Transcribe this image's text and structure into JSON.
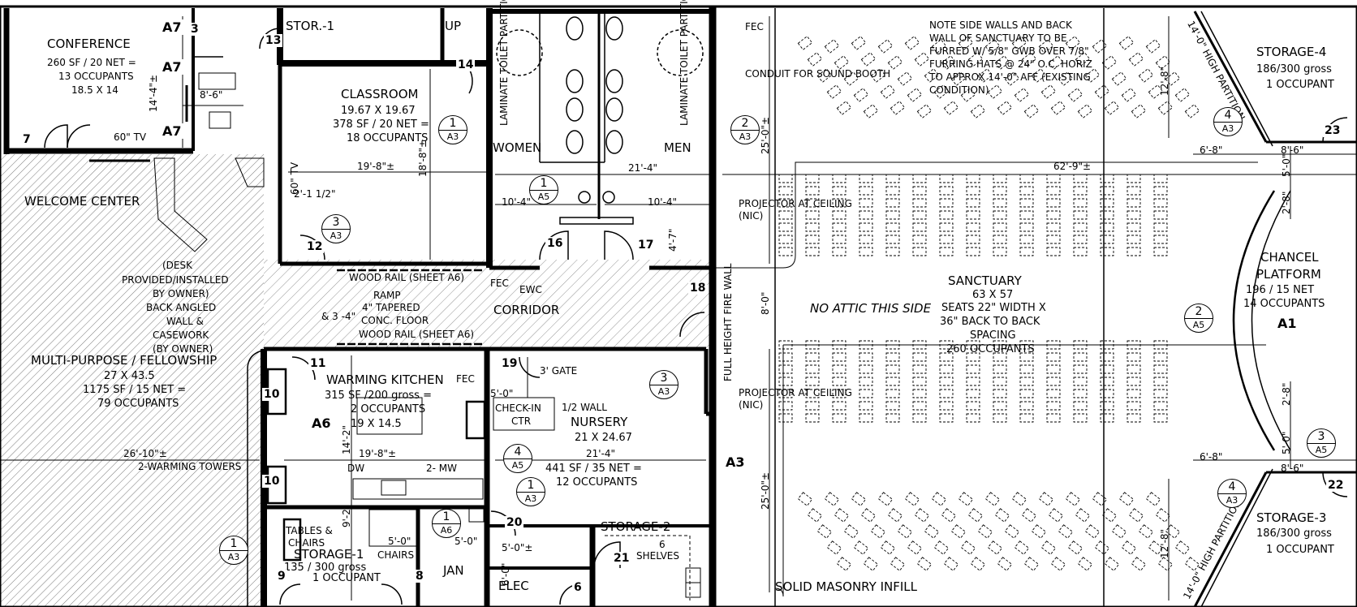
{
  "rooms": {
    "conference": {
      "name": "CONFERENCE",
      "l1": "260 SF / 20 NET =",
      "l2": "13 OCCUPANTS",
      "l3": "18.5 X 14"
    },
    "stor1": {
      "name": "STOR.-1"
    },
    "up": {
      "name": "UP"
    },
    "classroom": {
      "name": "CLASSROOM",
      "l1": "19.67 X 19.67",
      "l2": "378 SF / 20 NET =",
      "l3": "18 OCCUPANTS"
    },
    "women": {
      "name": "WOMEN"
    },
    "men": {
      "name": "MEN"
    },
    "welcome": {
      "name": "WELCOME CENTER"
    },
    "desk": {
      "l1": "(DESK",
      "l2": "PROVIDED/INSTALLED",
      "l3": "BY OWNER)",
      "l4": "BACK ANGLED",
      "l5": "WALL &",
      "l6": "CASEWORK",
      "l7": "(BY OWNER)"
    },
    "multipurpose": {
      "name": "MULTI-PURPOSE / FELLOWSHIP",
      "l1": "27 X 43.5",
      "l2": "1175 SF / 15 NET =",
      "l3": "79 OCCUPANTS"
    },
    "warming": {
      "name": "WARMING KITCHEN",
      "l1": "315 SF /200 gross =",
      "l2": "2 OCCUPANTS",
      "l3": "19 X 14.5"
    },
    "nursery": {
      "name": "NURSERY",
      "l1": "21 X 24.67",
      "l2": "441 SF / 35 NET =",
      "l3": "12 OCCUPANTS"
    },
    "storage1": {
      "name": "STORAGE-1",
      "l1": "135 / 300 gross",
      "l2": "1 OCCUPANT"
    },
    "storage2": {
      "name": "STORAGE-2",
      "l1": "6",
      "l2": "SHELVES"
    },
    "jan": {
      "name": "JAN"
    },
    "elec": {
      "name": "ELEC"
    },
    "corridor": {
      "name": "CORRIDOR"
    },
    "sanctuary": {
      "name": "SANCTUARY",
      "l1": "63 X 57",
      "l2": "SEATS 22\" WIDTH X",
      "l3": "36\" BACK TO BACK",
      "l4": "SPACING",
      "l5": "260 OCCUPANTS"
    },
    "chancel": {
      "name": "CHANCEL",
      "l1": "PLATFORM",
      "l2": "196 / 15 NET",
      "l3": "14 OCCUPANTS"
    },
    "storage4": {
      "name": "STORAGE-4",
      "l1": "186/300 gross",
      "l2": "1 OCCUPANT"
    },
    "storage3": {
      "name": "STORAGE-3",
      "l1": "186/300 gross",
      "l2": "1 OCCUPANT"
    }
  },
  "notes": {
    "side_walls": [
      "NOTE SIDE WALLS AND BACK",
      "WALL OF SANCTUARY TO BE",
      "FURRED W/ 5/8\" GWB OVER 7/8\"",
      "FURRING HATS @ 24\" O.C. HORIZ",
      "TO APPROX 14'-0\" AFF (EXISTING",
      "CONDITION)"
    ],
    "conduit": "CONDUIT FOR SOUND BOOTH",
    "fec": "FEC",
    "projector1": [
      "PROJECTOR AT CEILING",
      "(NIC)"
    ],
    "projector2": [
      "PROJECTOR AT CEILING",
      "(NIC)"
    ],
    "no_attic": "NO ATTIC THIS SIDE",
    "fire_wall": "FULL HEIGHT FIRE WALL",
    "solid_masonry": "SOLID MASONRY INFILL",
    "wood_rail1": "WOOD RAIL (SHEET A6)",
    "ramp": [
      "RAMP",
      "4\" TAPERED",
      "CONC. FLOOR"
    ],
    "wood_rail2": "WOOD RAIL (SHEET A6)",
    "ewc": "EWC",
    "fec2": "FEC",
    "fec3": "FEC",
    "gate": "3' GATE",
    "half_wall": "1/2 WALL",
    "checkin": [
      "CHECK-IN",
      "CTR"
    ],
    "warming_towers": "2-WARMING TOWERS",
    "dw": "DW",
    "mw": "2- MW",
    "tables": [
      "TABLES &",
      "CHAIRS"
    ],
    "chairs": "CHAIRS",
    "tv1": "60\" TV",
    "tv2": "60\" TV",
    "laminate1": "LAMINATE TOILET PARTITION",
    "laminate2": "LAMINATE TOILET PARTITION",
    "partition_top": "14'-0\" HIGH PARTITION",
    "partition_bot": "14'-0\" HIGH PARTITION",
    "a1": "A1",
    "a3": "A3",
    "a6": "A6",
    "a7a": "A7",
    "a7b": "A7",
    "a7c": "A7"
  },
  "dims": {
    "conf_w": "8'-6\"",
    "conf_h": "14'-4\"±",
    "class_w": "19'-8\"±",
    "class_h": "18'-8\"±",
    "class_off": "2'-1 1/2\"",
    "rr_l": "10'-4\"",
    "rr_r": "10'-4\"",
    "rr_t": "21'-4\"",
    "rr_d": "4'-7\"",
    "sanct_w": "62'-9\"±",
    "sanct_h1": "25'-0\"±",
    "sanct_h2": "25'-0\"±",
    "sanct_mid": "8'-0\"",
    "st4_h": "12'-8\"",
    "st4_a": "6'-8\"",
    "st4_b": "8'-6\"",
    "st4_c": "5'-0\"",
    "st4_d": "2'-8\"",
    "st3_h": "12'-8\"",
    "st3_a": "6'-8\"",
    "st3_b": "8'-6\"",
    "st3_c": "5'-0\"",
    "st3_d": "2'-8\"",
    "ramp_dim": "& 3 -4\"",
    "mp_w": "26'-10\"±",
    "wk_w": "19'-8\"±",
    "wk_h": "14'-2\"",
    "nur_w": "21'-4\"",
    "st1_h": "9'-2\"",
    "st1_w": "5'-0\"",
    "st1_w2": "5'-0\"",
    "elec_w": "5'-0\"±",
    "elec_h": "6'-0\"",
    "gate_d": "5'-0\""
  },
  "doors": [
    "3",
    "13",
    "14",
    "7",
    "12",
    "16",
    "17",
    "18",
    "11",
    "19",
    "10",
    "10",
    "9",
    "8",
    "20",
    "21",
    "6",
    "23",
    "22"
  ],
  "refs": [
    {
      "n": "1",
      "s": "A3"
    },
    {
      "n": "2",
      "s": "A3"
    },
    {
      "n": "1",
      "s": "A5"
    },
    {
      "n": "3",
      "s": "A3"
    },
    {
      "n": "4",
      "s": "A3"
    },
    {
      "n": "2",
      "s": "A5"
    },
    {
      "n": "3",
      "s": "A3"
    },
    {
      "n": "4",
      "s": "A5"
    },
    {
      "n": "1",
      "s": "A3"
    },
    {
      "n": "1",
      "s": "A6"
    },
    {
      "n": "1",
      "s": "A3"
    },
    {
      "n": "3",
      "s": "A5"
    },
    {
      "n": "4",
      "s": "A3"
    }
  ]
}
